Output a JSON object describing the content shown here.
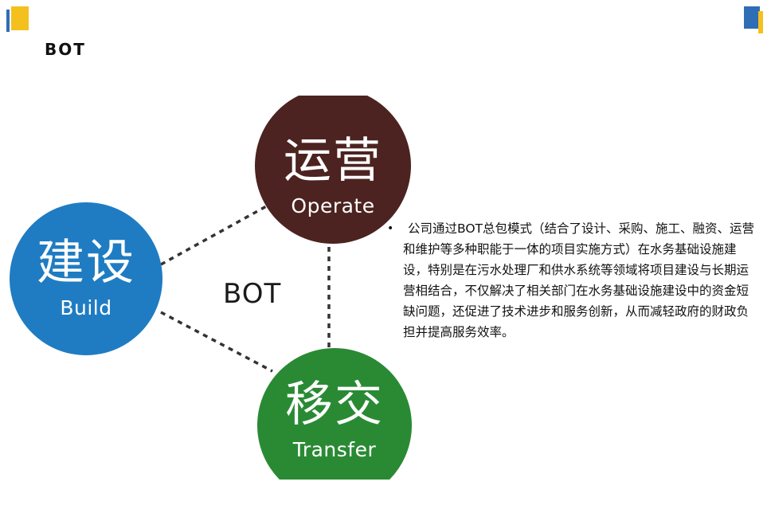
{
  "slide": {
    "title": "BOT"
  },
  "theme": {
    "accent_yellow": "#f4c01e",
    "accent_blue": "#2f6db5"
  },
  "diagram": {
    "center_label": "BOT",
    "nodes": {
      "operate": {
        "cn": "运营",
        "en": "Operate",
        "color": "#4c2320"
      },
      "build": {
        "cn": "建设",
        "en": "Build",
        "color": "#1f7cc2"
      },
      "transfer": {
        "cn": "移交",
        "en": "Transfer",
        "color": "#2a8a34"
      }
    }
  },
  "description": {
    "bullet": "•",
    "text": "公司通过BOT总包模式（结合了设计、采购、施工、融资、运营和维护等多种职能于一体的项目实施方式）在水务基础设施建设，特别是在污水处理厂和供水系统等领域将项目建设与长期运营相结合，不仅解决了相关部门在水务基础设施建设中的资金短缺问题，还促进了技术进步和服务创新，从而减轻政府的财政负担并提高服务效率。"
  }
}
